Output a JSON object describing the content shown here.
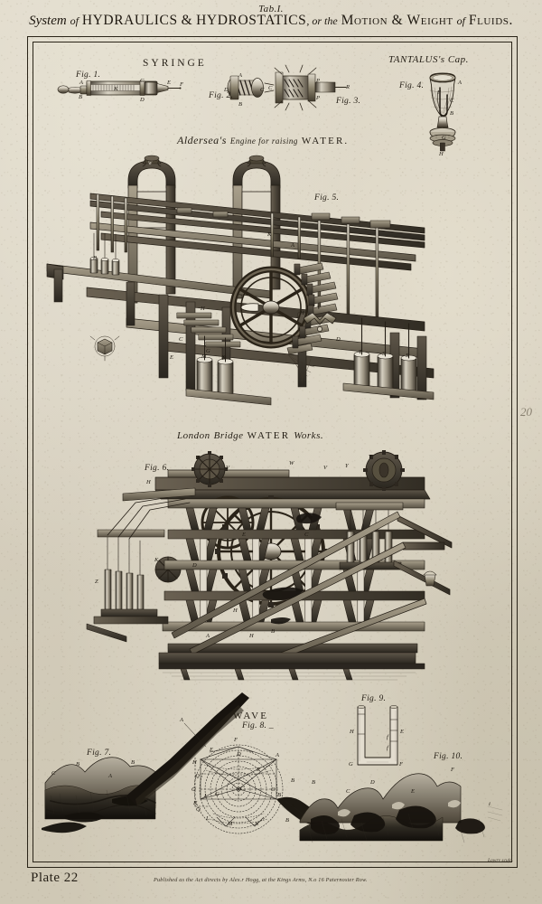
{
  "plate": {
    "tab_label": "Tab.I.",
    "title_part1": "System",
    "title_of1": "of",
    "title_part2": "HYDRAULICS",
    "title_amp": "&",
    "title_part3": "HYDROSTATICS",
    "title_part4": ", or the",
    "title_part5": "Motion & Weight",
    "title_of2": "of",
    "title_part6": "Fluids.",
    "plate_number": "Plate 22",
    "publisher_line": "Published as the Act directs by Alex.r Hogg, at the Kings Arms, N.o 16 Paternoster Row.",
    "engraver_credit": "Lowry sculp.",
    "margin_note": "20"
  },
  "sections": {
    "syringe_heading": "SYRINGE",
    "tantalus_heading": "TANTALUS's Cap.",
    "aldersea_heading_script": "Aldersea's",
    "aldersea_heading_mid": "Engine for raising",
    "aldersea_heading_word": "WATER",
    "aldersea_heading_dot": ".",
    "london_heading_a": "London",
    "london_heading_b": "Bridge",
    "london_heading_word": "WATER",
    "london_heading_c": "Works.",
    "wave_heading": "WAVE"
  },
  "figures": [
    {
      "id": "fig1",
      "label": "Fig. 1.",
      "title": "Syringe",
      "letters": [
        "A",
        "B",
        "C",
        "D",
        "E",
        "F",
        "K"
      ]
    },
    {
      "id": "fig2",
      "label": "Fig. 2.",
      "title": "Syringe valve screw",
      "letters": [
        "A",
        "B",
        "C",
        "D"
      ]
    },
    {
      "id": "fig3",
      "label": "Fig. 3.",
      "title": "Piston mechanism",
      "letters": [
        "C",
        "P",
        "P",
        "R"
      ]
    },
    {
      "id": "fig4",
      "label": "Fig. 4.",
      "title": "Tantalus's Cup",
      "letters": [
        "A",
        "B",
        "C",
        "F",
        "G",
        "H"
      ]
    },
    {
      "id": "fig5",
      "label": "Fig. 5.",
      "title": "Aldersea's Engine for raising Water",
      "letters": [
        "A",
        "B",
        "C",
        "D",
        "E",
        "F",
        "G",
        "H",
        "K",
        "M",
        "N",
        "R",
        "S",
        "T",
        "V"
      ]
    },
    {
      "id": "fig6",
      "label": "Fig. 6.",
      "title": "London Bridge Water Works",
      "letters": [
        "A",
        "B",
        "C",
        "D",
        "E",
        "H",
        "K",
        "R",
        "T",
        "V",
        "W",
        "Y",
        "Z"
      ]
    },
    {
      "id": "fig7",
      "label": "Fig. 7.",
      "title": "Section of strata / hills",
      "letters": [
        "A",
        "B",
        "C",
        "D"
      ]
    },
    {
      "id": "fig8",
      "label": "Fig. 8.",
      "title": "Wave propagation diagram",
      "letters": [
        "A",
        "B",
        "C",
        "D",
        "E",
        "F",
        "G",
        "H",
        "K",
        "L",
        "M",
        "N",
        "O",
        "Q",
        "R"
      ]
    },
    {
      "id": "fig9",
      "label": "Fig. 9.",
      "title": "U-tube",
      "letters": [
        "E",
        "F",
        "G",
        "H"
      ]
    },
    {
      "id": "fig10",
      "label": "Fig. 10.",
      "title": "Mountain range section",
      "letters": [
        "B",
        "C",
        "D",
        "E",
        "F"
      ]
    }
  ],
  "fig1_letters": {
    "A": "A",
    "B": "B",
    "C": "C",
    "D": "D",
    "E": "E",
    "F": "F",
    "K": "K"
  },
  "fig2_letters": {
    "A": "A",
    "B": "B",
    "C": "C",
    "D": "D"
  },
  "fig3_letters": {
    "C": "C",
    "P1": "P",
    "P2": "P",
    "R": "R"
  },
  "fig4_letters": {
    "A": "A",
    "B": "B",
    "C": "C",
    "F": "F",
    "G": "G",
    "H": "H"
  },
  "fig5_letters": {
    "K": "K",
    "A": "A",
    "H1": "H",
    "H2": "H",
    "V": "V",
    "D": "D",
    "C": "C",
    "G": "G",
    "E": "E",
    "F": "F",
    "T": "T",
    "S": "S",
    "R": "R",
    "M": "M",
    "N": "N",
    "B": "B"
  },
  "fig6_letters": {
    "R": "R",
    "T": "T",
    "V1": "V",
    "V2": "V",
    "W": "W",
    "Y": "Y",
    "H1": "H",
    "H2": "H",
    "H3": "H",
    "K": "K",
    "Z": "Z",
    "D": "D",
    "E": "E",
    "C": "C",
    "B": "B",
    "A": "A"
  },
  "fig7_letters": {
    "C1": "C",
    "B1": "B",
    "A": "A",
    "B2": "B",
    "C2": "C"
  },
  "fig8_letters": {
    "A": "A",
    "B": "B",
    "C": "C",
    "D": "D",
    "E": "E",
    "F": "F",
    "G": "G",
    "H": "H",
    "K": "K",
    "L1": "L",
    "L2": "L",
    "M": "M",
    "N": "N",
    "O1": "O",
    "O2": "O",
    "Q1": "Q",
    "Q2": "Q",
    "R": "R",
    "A2": "A",
    "B2": "B"
  },
  "fig9_letters": {
    "E": "E",
    "F": "F",
    "G": "G",
    "H": "H",
    "f1": "f",
    "f2": "f"
  },
  "fig10_letters": {
    "B1": "B",
    "C": "C",
    "D": "D",
    "E": "E",
    "F": "F",
    "B2": "B",
    "i": "i"
  },
  "colors": {
    "paper": "#d9d3c3",
    "ink": "#241e15",
    "ink_light": "#4a4134",
    "plate_border": "#2a2418"
  }
}
